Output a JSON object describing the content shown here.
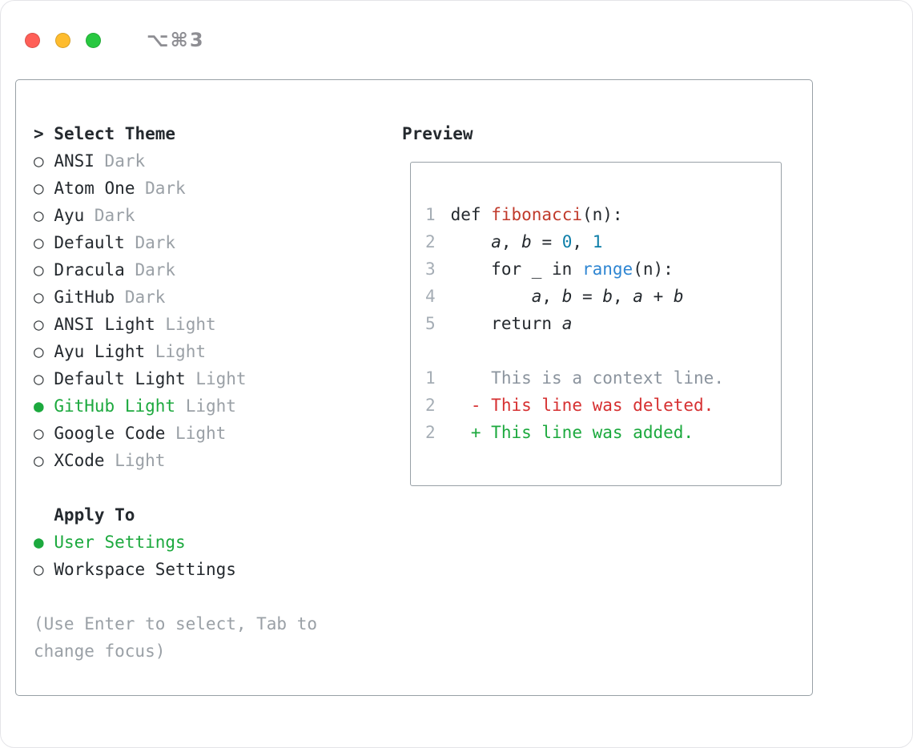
{
  "window": {
    "shortcut_label": "⌥⌘3"
  },
  "theme_selector": {
    "cursor": ">",
    "title": "Select Theme",
    "items": [
      {
        "name": "ANSI",
        "variant": "Dark",
        "selected": false
      },
      {
        "name": "Atom One",
        "variant": "Dark",
        "selected": false
      },
      {
        "name": "Ayu",
        "variant": "Dark",
        "selected": false
      },
      {
        "name": "Default",
        "variant": "Dark",
        "selected": false
      },
      {
        "name": "Dracula",
        "variant": "Dark",
        "selected": false
      },
      {
        "name": "GitHub",
        "variant": "Dark",
        "selected": false
      },
      {
        "name": "ANSI Light",
        "variant": "Light",
        "selected": false
      },
      {
        "name": "Ayu Light",
        "variant": "Light",
        "selected": false
      },
      {
        "name": "Default Light",
        "variant": "Light",
        "selected": false
      },
      {
        "name": "GitHub Light",
        "variant": "Light",
        "selected": true
      },
      {
        "name": "Google Code",
        "variant": "Light",
        "selected": false
      },
      {
        "name": "XCode",
        "variant": "Light",
        "selected": false
      }
    ]
  },
  "apply_to": {
    "title": "Apply To",
    "options": [
      {
        "label": "User Settings",
        "selected": true
      },
      {
        "label": "Workspace Settings",
        "selected": false
      }
    ]
  },
  "hint_lines": [
    "(Use Enter to select, Tab to",
    "change focus)"
  ],
  "preview": {
    "title": "Preview",
    "code_lines": [
      {
        "num": "1",
        "tokens": [
          {
            "t": "def ",
            "s": "plain"
          },
          {
            "t": "fibonacci",
            "s": "func"
          },
          {
            "t": "(n):",
            "s": "plain"
          }
        ]
      },
      {
        "num": "2",
        "tokens": [
          {
            "t": "    ",
            "s": "plain"
          },
          {
            "t": "a",
            "s": "var"
          },
          {
            "t": ", ",
            "s": "plain"
          },
          {
            "t": "b",
            "s": "var"
          },
          {
            "t": " = ",
            "s": "plain"
          },
          {
            "t": "0",
            "s": "num"
          },
          {
            "t": ", ",
            "s": "plain"
          },
          {
            "t": "1",
            "s": "num"
          }
        ]
      },
      {
        "num": "3",
        "tokens": [
          {
            "t": "    for _ in ",
            "s": "plain"
          },
          {
            "t": "range",
            "s": "builtin"
          },
          {
            "t": "(n):",
            "s": "plain"
          }
        ]
      },
      {
        "num": "4",
        "tokens": [
          {
            "t": "        ",
            "s": "plain"
          },
          {
            "t": "a",
            "s": "var"
          },
          {
            "t": ", ",
            "s": "plain"
          },
          {
            "t": "b",
            "s": "var"
          },
          {
            "t": " = ",
            "s": "plain"
          },
          {
            "t": "b",
            "s": "var"
          },
          {
            "t": ", ",
            "s": "plain"
          },
          {
            "t": "a",
            "s": "var"
          },
          {
            "t": " + ",
            "s": "plain"
          },
          {
            "t": "b",
            "s": "var"
          }
        ]
      },
      {
        "num": "5",
        "tokens": [
          {
            "t": "    return ",
            "s": "plain"
          },
          {
            "t": "a",
            "s": "var"
          }
        ]
      }
    ],
    "diff_lines": [
      {
        "num": "1",
        "marker": " ",
        "text": "This is a context line.",
        "kind": "context"
      },
      {
        "num": "2",
        "marker": "-",
        "text": "This line was deleted.",
        "kind": "deleted"
      },
      {
        "num": "2",
        "marker": "+",
        "text": "This line was added.",
        "kind": "added"
      }
    ]
  },
  "colors": {
    "fg": "#24292e",
    "muted": "#9aa0a6",
    "accent_green": "#1ca93e",
    "func_red": "#c03a2b",
    "number_teal": "#0d7ea8",
    "builtin_blue": "#2f86d2",
    "diff_context": "#8b949e",
    "diff_red": "#d63031",
    "diff_green": "#1ca93e",
    "line_number": "#a5adb5",
    "border": "#98a0a6",
    "shortcut_gray": "#8e8e93",
    "traffic_red": "#ff5f57",
    "traffic_yellow": "#febc2e",
    "traffic_green": "#28c840"
  }
}
